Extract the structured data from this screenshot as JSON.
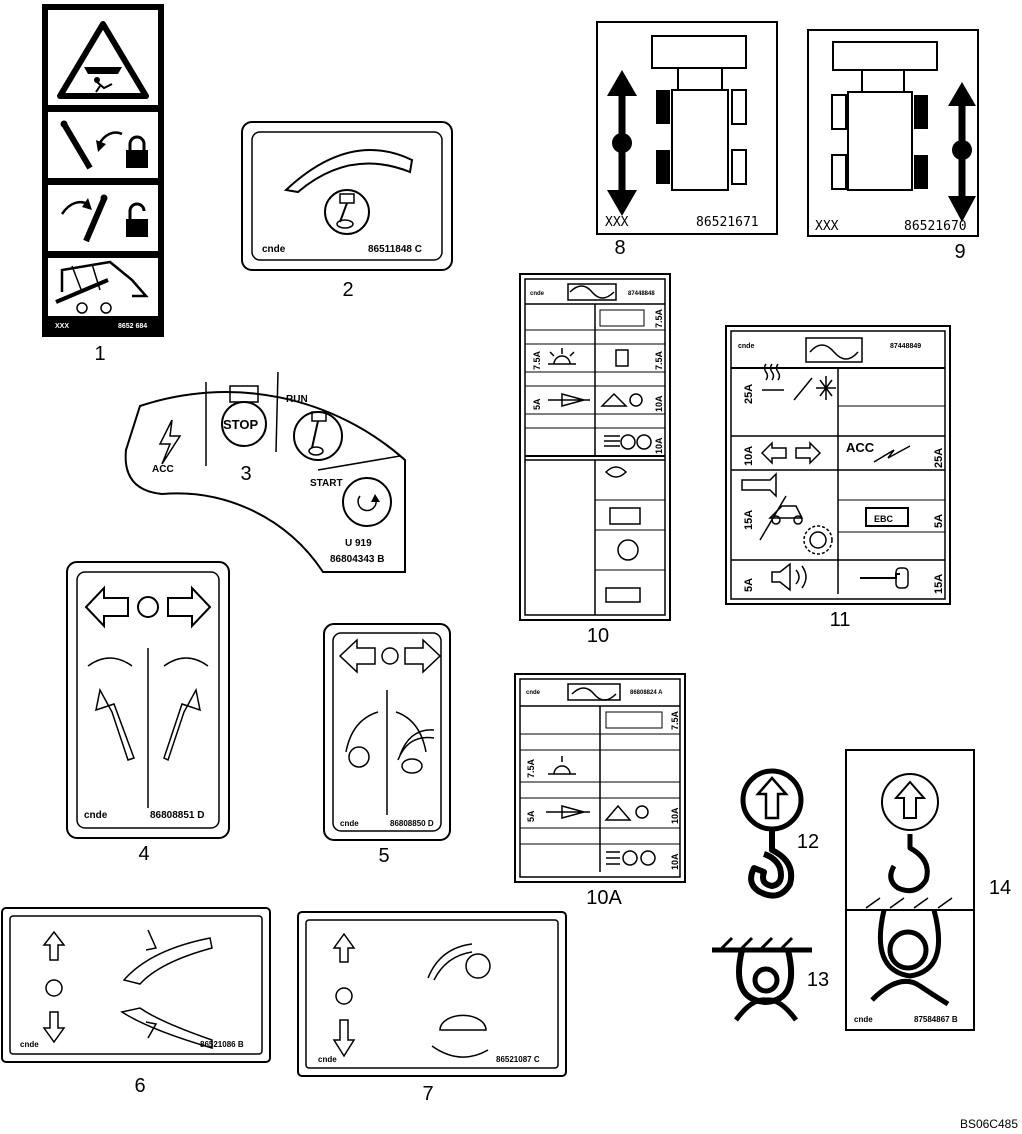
{
  "callouts": [
    "1",
    "2",
    "3",
    "4",
    "5",
    "6",
    "7",
    "8",
    "9",
    "10",
    "10A",
    "11",
    "12",
    "13",
    "14"
  ],
  "decals": {
    "d1": {
      "left_code": "XXX",
      "part": "8652 684"
    },
    "d2": {
      "maker": "cnde",
      "part": "86511848 C"
    },
    "d3": {
      "acc": "ACC",
      "stop": "STOP",
      "run": "RUN",
      "start": "START",
      "code": "U 919",
      "part": "86804343 B"
    },
    "d4": {
      "maker": "cnde",
      "part": "86808851 D"
    },
    "d5": {
      "maker": "cnde",
      "part": "86808850 D"
    },
    "d6": {
      "maker": "cnde",
      "part": "86521086 B"
    },
    "d7": {
      "maker": "cnde",
      "part": "86521087 C"
    },
    "d8": {
      "left_code": "XXX",
      "part": "86521671"
    },
    "d9": {
      "left_code": "XXX",
      "part": "86521670"
    },
    "d10": {
      "maker": "cnde",
      "part": "87448848",
      "fuses": [
        "7.5A",
        "7.5A",
        "7.5A",
        "5A",
        "10A",
        "10A"
      ]
    },
    "d10a": {
      "maker": "cnde",
      "part": "86808824 A",
      "fuses": [
        "7.5A",
        "7.5A",
        "5A",
        "10A",
        "10A"
      ]
    },
    "d11": {
      "maker": "cnde",
      "part": "87448849",
      "acc": "ACC",
      "ebc": "EBC",
      "fuses": [
        "25A",
        "10A",
        "25A",
        "15A",
        "5A",
        "5A",
        "15A"
      ]
    },
    "d14": {
      "maker": "cnde",
      "part": "87584867 B"
    }
  },
  "figure_code": "BS06C485"
}
